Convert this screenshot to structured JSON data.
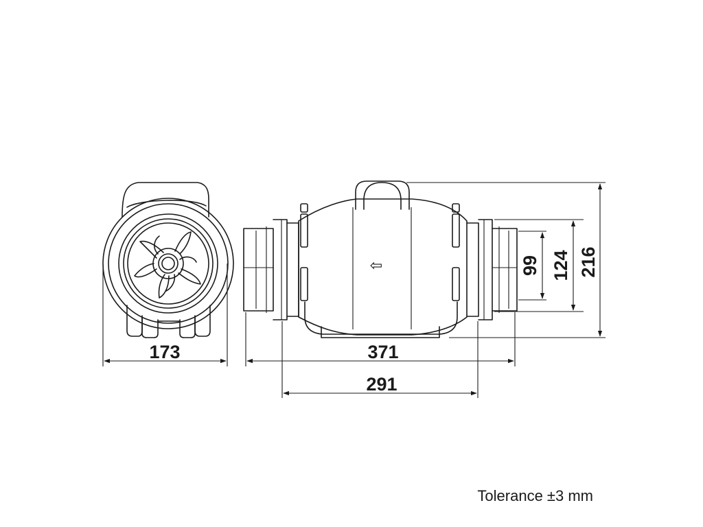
{
  "dimensions": {
    "width_front": "173",
    "length_total": "371",
    "length_body": "291",
    "d_inner": "99",
    "d_outer": "124",
    "height": "216"
  },
  "tolerance_note": "Tolerance ±3 mm",
  "airflow_arrow_glyph": "⇦"
}
